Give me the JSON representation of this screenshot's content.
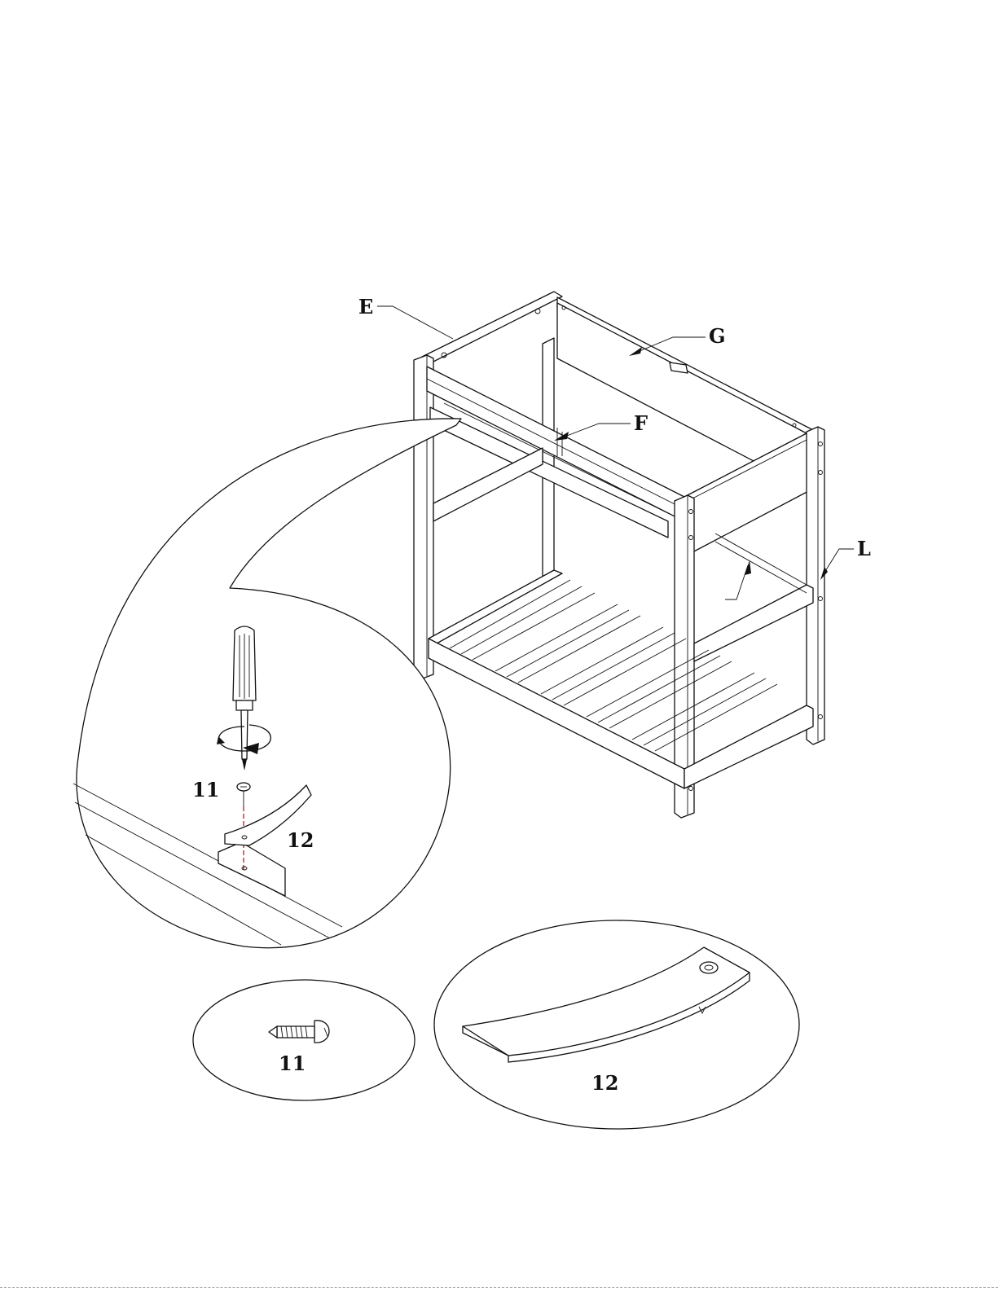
{
  "labels": {
    "E": "E",
    "G": "G",
    "F": "F",
    "L": "L"
  },
  "detail": {
    "screw_label": "11",
    "plate_label": "12"
  },
  "parts": {
    "screw_label": "11",
    "plate_label": "12"
  },
  "colors": {
    "line": "#111111",
    "guide": "#cc0000",
    "background": "#ffffff"
  },
  "icons": [
    "screwdriver-icon",
    "rotate-arrow-icon",
    "screw-icon",
    "bracket-plate-icon"
  ]
}
